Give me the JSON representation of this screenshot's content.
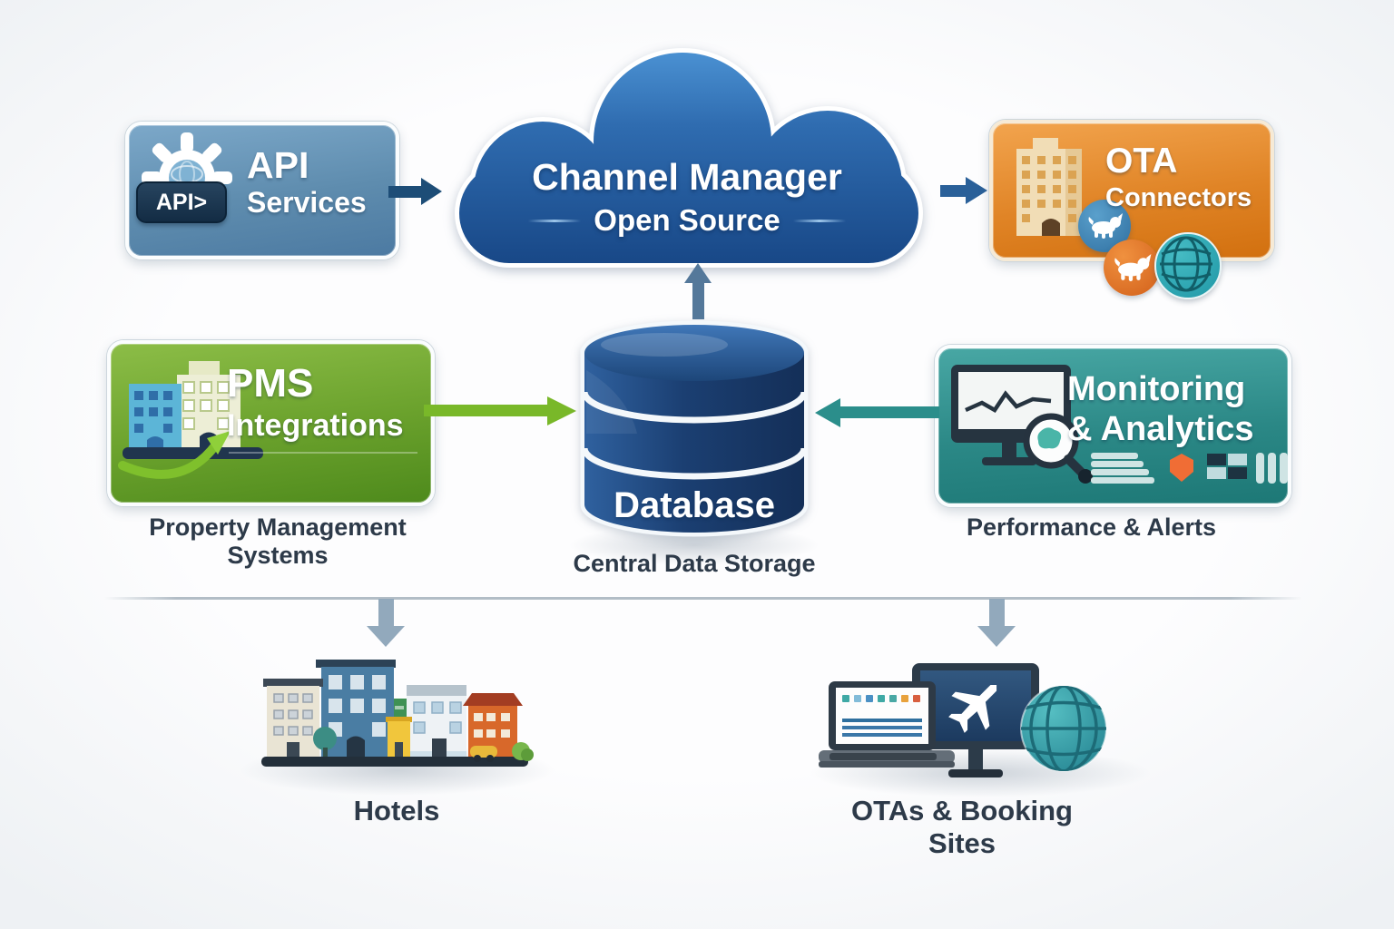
{
  "cloud": {
    "title": "Channel Manager",
    "subtitle": "Open Source"
  },
  "nodes": {
    "api": {
      "title": "API",
      "subtitle": "Services",
      "badge": "API>"
    },
    "ota": {
      "title": "OTA",
      "subtitle": "Connectors"
    },
    "pms": {
      "title": "PMS",
      "subtitle": "Integrations",
      "caption": "Property Management Systems"
    },
    "monitoring": {
      "title": "Monitoring",
      "subtitle": "& Analytics",
      "caption": "Performance & Alerts"
    },
    "database": {
      "title": "Database",
      "caption": "Central Data Storage"
    }
  },
  "endpoints": {
    "hotels": {
      "label": "Hotels"
    },
    "otas": {
      "label": "OTAs & Booking Sites"
    }
  },
  "flows": [
    {
      "from": "API Services",
      "to": "Channel Manager"
    },
    {
      "from": "Channel Manager",
      "to": "OTA Connectors"
    },
    {
      "from": "PMS Integrations",
      "to": "Database"
    },
    {
      "from": "Monitoring & Analytics",
      "to": "Database"
    },
    {
      "from": "Database",
      "to": "Channel Manager"
    },
    {
      "from": "system",
      "to": "Hotels"
    },
    {
      "from": "system",
      "to": "OTAs & Booking Sites"
    }
  ],
  "icons": [
    "gear-icon",
    "api-badge",
    "cloud-shape",
    "hotel-building-icon",
    "connector-animal-icon",
    "globe-icon",
    "pms-buildings-icon",
    "sync-arrow-icon",
    "database-cylinder-icon",
    "monitor-chart-icon",
    "magnifier-icon",
    "report-bars-icon",
    "alert-drop-icon",
    "grid-squares-icon",
    "column-bars-icon",
    "city-buildings-icon",
    "laptop-icon",
    "monitor-plane-icon",
    "booking-globe-icon"
  ],
  "colors": {
    "cloud_top": "#4c93d4",
    "cloud_bottom": "#174685",
    "api_top": "#7ca8c9",
    "api_bottom": "#4c7aa2",
    "ota_top": "#f2a44e",
    "ota_bottom": "#d2700f",
    "pms_top": "#8cbd47",
    "pms_bottom": "#4e8a1c",
    "monitoring_top": "#48a7a4",
    "monitoring_bottom": "#1d7876",
    "database_body": "#1d4070",
    "arrow_navy": "#1d4d77",
    "arrow_green": "#79b829",
    "arrow_teal": "#2b8e8b",
    "arrow_slate_dark": "#54789a",
    "arrow_slate_light": "#92a9bc",
    "caption_text": "#2d3a49"
  }
}
